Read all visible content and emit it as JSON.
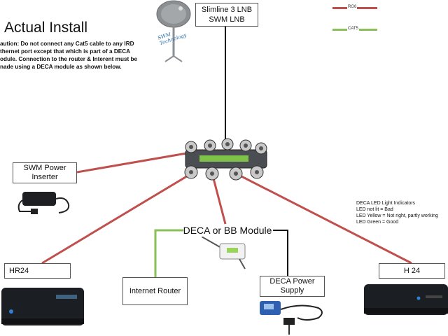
{
  "title": "Actual Install",
  "caution_lines": [
    "aution:  Do not connect any Cat5 cable to any IRD",
    "thernet port except that which is part of a DECA",
    "odule.  Connection to the router & Interent must be",
    "nade using a DECA module as shown below."
  ],
  "legend": {
    "rg6": {
      "label": "RG6",
      "color": "#c0504d"
    },
    "cat5": {
      "label": "CAT5",
      "color": "#8bbf5a"
    }
  },
  "lnb": {
    "line1": "Slimline 3 LNB",
    "line2": "SWM LNB"
  },
  "satellite_dish_text": "SWM Technology",
  "swm_power_inserter": {
    "line1": "SWM Power",
    "line2": "Inserter"
  },
  "deca_module_label": "DECA or BB Module",
  "hr24_label": "HR24",
  "internet_router_label": "Internet Router",
  "deca_power_supply": {
    "line1": "DECA Power",
    "line2": "Supply"
  },
  "h24_label": "H 24",
  "led_indicators": {
    "title": "DECA LED Light Indicators",
    "lines": [
      "LED not lit = Bad",
      "LED Yellow = Not right, partly working",
      "LED Green = Good"
    ]
  },
  "colors": {
    "coax": "#c0504d",
    "cat5": "#8bbf5a",
    "link": "#000000",
    "device_dark": "#1b1f24",
    "led_blue": "#2f7fd8"
  },
  "icons": [
    "satellite-dish-icon",
    "power-adapter-icon",
    "deca-module-icon",
    "receiver-icon",
    "power-supply-icon",
    "swm-splitter-icon"
  ]
}
